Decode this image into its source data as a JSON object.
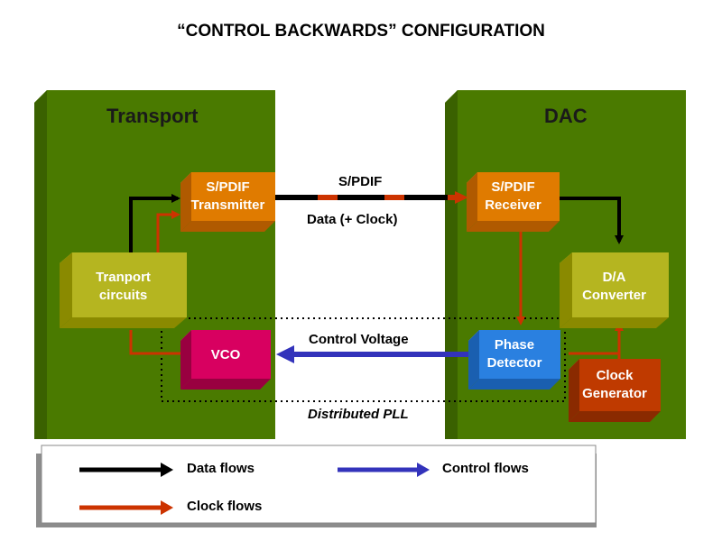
{
  "title": "“CONTROL BACKWARDS” CONFIGURATION",
  "panels": {
    "transport": "Transport",
    "dac": "DAC"
  },
  "blocks": {
    "spdif_tx": [
      "S/PDIF",
      "Transmitter"
    ],
    "transport_circuits": [
      "Tranport",
      "circuits"
    ],
    "vco": "VCO",
    "spdif_rx": [
      "S/PDIF",
      "Receiver"
    ],
    "da_converter": [
      "D/A",
      "Converter"
    ],
    "phase_detector": [
      "Phase",
      "Detector"
    ],
    "clock_generator": [
      "Clock",
      "Generator"
    ]
  },
  "links": {
    "spdif": "S/PDIF",
    "data_clock": "Data (+ Clock)",
    "control_voltage": "Control Voltage",
    "distributed_pll": "Distributed PLL"
  },
  "legend": {
    "data_flows": "Data flows",
    "control_flows": "Control flows",
    "clock_flows": "Clock flows"
  },
  "colors": {
    "panel": "#4a7a00",
    "data": "#000000",
    "control": "#3333bb",
    "clock": "#cc3300"
  }
}
